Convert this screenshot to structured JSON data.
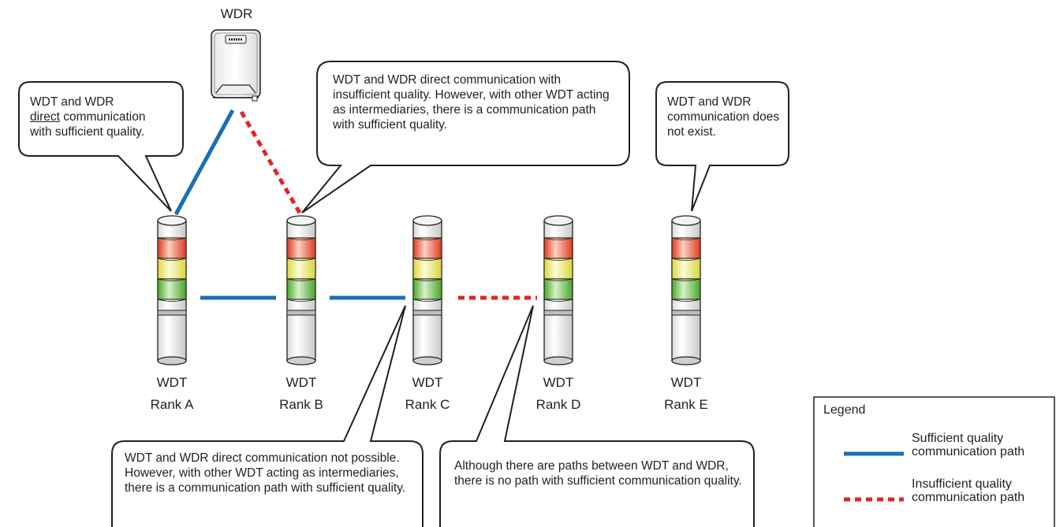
{
  "wdr_label": "WDR",
  "towers": [
    {
      "device": "WDT",
      "rank": "Rank A"
    },
    {
      "device": "WDT",
      "rank": "Rank B"
    },
    {
      "device": "WDT",
      "rank": "Rank C"
    },
    {
      "device": "WDT",
      "rank": "Rank D"
    },
    {
      "device": "WDT",
      "rank": "Rank E"
    }
  ],
  "callouts": {
    "a": {
      "line1": "WDT and WDR",
      "underlined": "direct",
      "line2_rest": " communication",
      "line3": "with sufficient quality."
    },
    "b": {
      "text": "WDT and WDR direct communication with insufficient quality. However, with other WDT acting as intermediaries, there is a communication path with sufficient quality."
    },
    "c": {
      "text": "WDT and WDR direct communication not possible. However, with other WDT acting as intermediaries, there is a communication path with sufficient quality."
    },
    "d": {
      "text": "Although there are paths between WDT and WDR, there is no path with sufficient communication quality."
    },
    "e": {
      "text": "WDT and WDR communication does not exist."
    }
  },
  "legend": {
    "title": "Legend",
    "sufficient": "Sufficient quality communication path",
    "insufficient": "Insufficient quality communication path"
  },
  "colors": {
    "sufficient": "#1a6fb4",
    "insufficient": "#e52421",
    "red": "#e84a2f",
    "yellow": "#e8e35a",
    "green": "#58b432"
  }
}
